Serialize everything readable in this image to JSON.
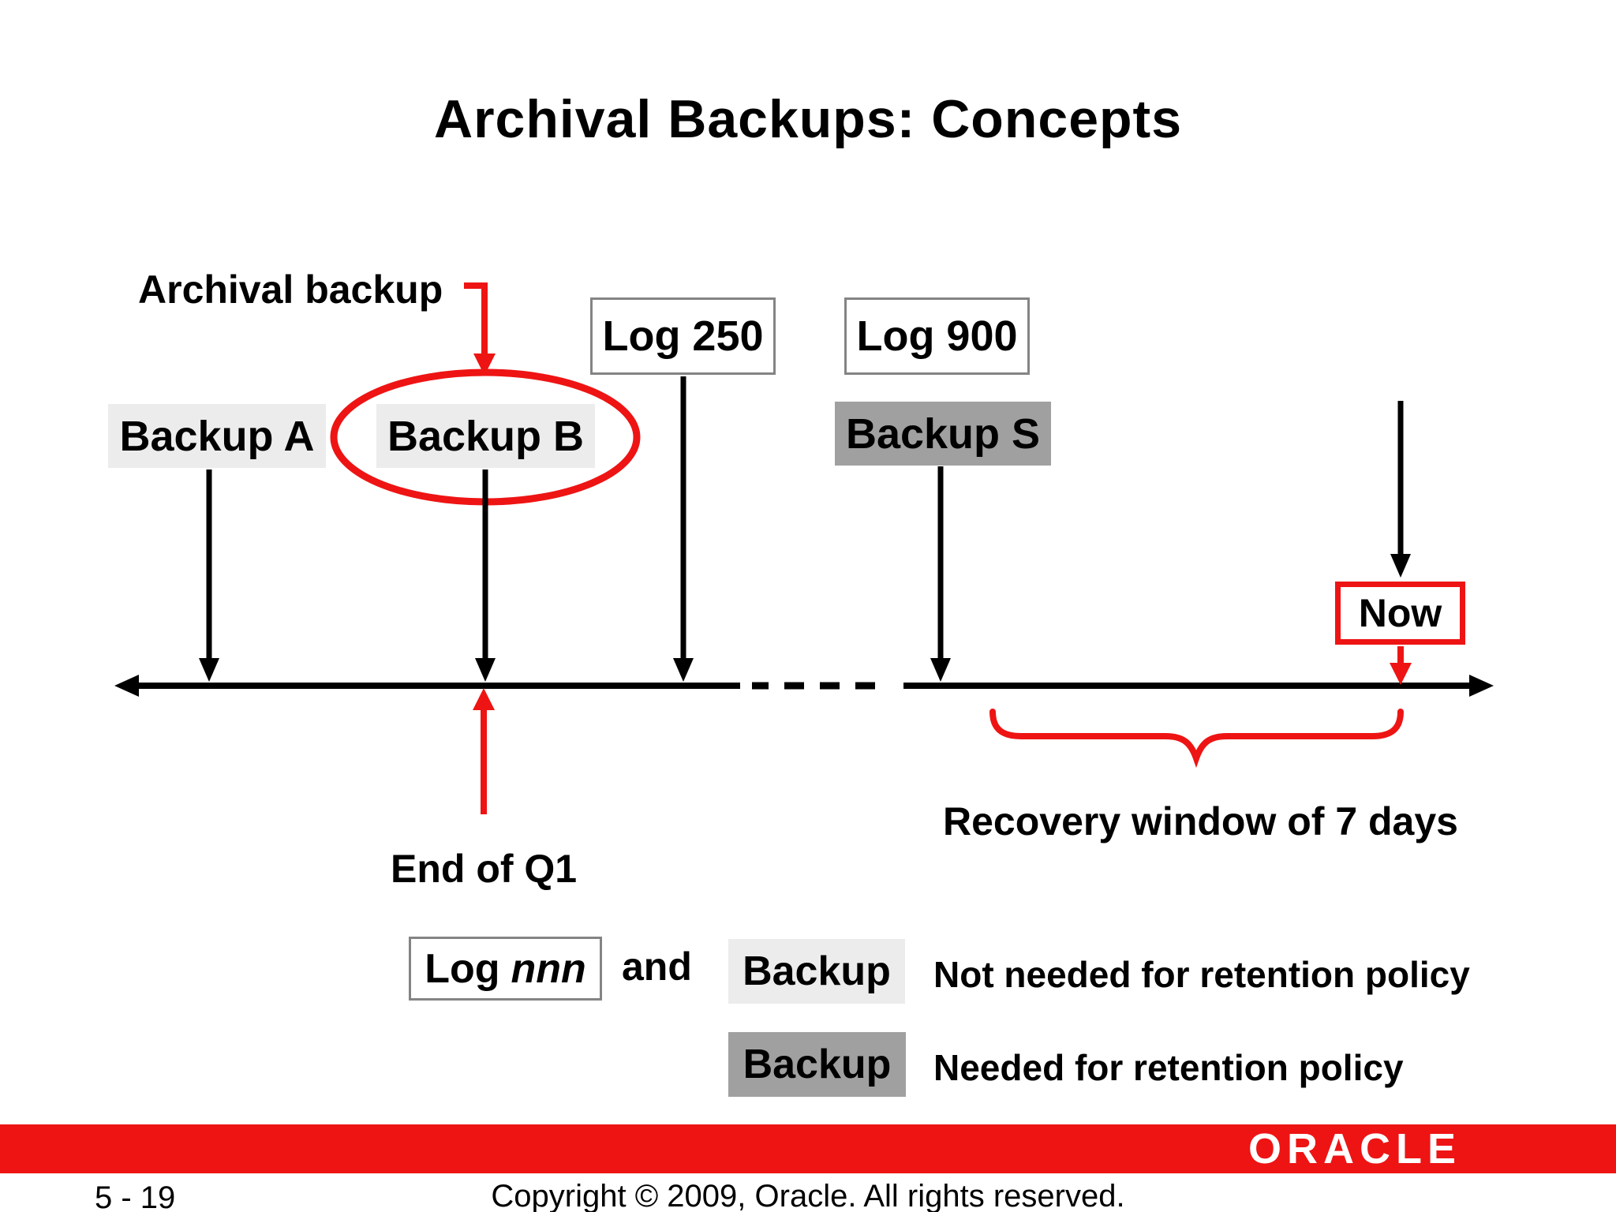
{
  "title": "Archival Backups: Concepts",
  "colors": {
    "red": "#EE1414",
    "light_gray": "#ECECEC",
    "dark_gray": "#A0A0A0",
    "box_border": "#848484"
  },
  "diagram": {
    "archival_backup_label": "Archival backup",
    "boxes": {
      "log250": "Log 250",
      "log900": "Log 900",
      "backup_a": "Backup A",
      "backup_b": "Backup B",
      "backup_s": "Backup S",
      "now": "Now"
    },
    "end_of_q1": "End of Q1",
    "recovery_window": "Recovery window of 7 days"
  },
  "legend": {
    "log_prefix": "Log",
    "log_nnn": "nnn",
    "and_label": "and",
    "backup_light": "Backup",
    "backup_dark": "Backup",
    "not_needed": "Not needed for retention policy",
    "needed": "Needed for retention policy"
  },
  "footer": {
    "page_number": "5 - 19",
    "copyright": "Copyright © 2009, Oracle. All rights reserved.",
    "logo": "ORACLE"
  }
}
